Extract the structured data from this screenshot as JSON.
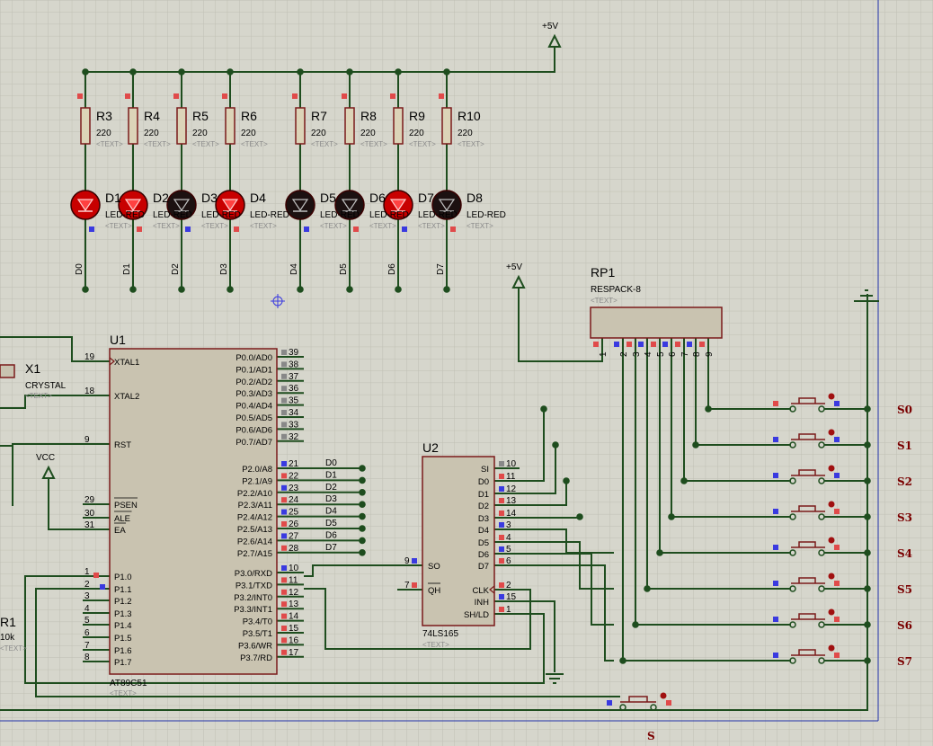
{
  "power": {
    "top": "+5V",
    "mid": "+5V",
    "vcc": "VCC"
  },
  "resistors": [
    {
      "ref": "R3",
      "value": "220"
    },
    {
      "ref": "R4",
      "value": "220"
    },
    {
      "ref": "R5",
      "value": "220"
    },
    {
      "ref": "R6",
      "value": "220"
    },
    {
      "ref": "R7",
      "value": "220"
    },
    {
      "ref": "R8",
      "value": "220"
    },
    {
      "ref": "R9",
      "value": "220"
    },
    {
      "ref": "R10",
      "value": "220"
    }
  ],
  "leds": [
    {
      "ref": "D1",
      "part": "LED-RED",
      "net": "D0",
      "lit": true
    },
    {
      "ref": "D2",
      "part": "LED-RED",
      "net": "D1",
      "lit": true
    },
    {
      "ref": "D3",
      "part": "LED-RED",
      "net": "D2",
      "lit": false
    },
    {
      "ref": "D4",
      "part": "LED-RED",
      "net": "D3",
      "lit": true
    },
    {
      "ref": "D5",
      "part": "LED-RED",
      "net": "D4",
      "lit": false
    },
    {
      "ref": "D6",
      "part": "LED-RED",
      "net": "D5",
      "lit": false
    },
    {
      "ref": "D7",
      "part": "LED-RED",
      "net": "D6",
      "lit": true
    },
    {
      "ref": "D8",
      "part": "LED-RED",
      "net": "D7",
      "lit": false
    }
  ],
  "text_placeholder": "<TEXT>",
  "crystal": {
    "ref": "X1",
    "part": "CRYSTAL"
  },
  "r1": {
    "ref": "R1",
    "value": "10k"
  },
  "u1": {
    "ref": "U1",
    "part": "AT89C51",
    "left_pins": [
      {
        "num": "19",
        "name": "XTAL1"
      },
      {
        "num": "18",
        "name": "XTAL2"
      },
      {
        "num": "9",
        "name": "RST"
      },
      {
        "num": "29",
        "name": "PSEN"
      },
      {
        "num": "30",
        "name": "ALE"
      },
      {
        "num": "31",
        "name": "EA"
      },
      {
        "num": "1",
        "name": "P1.0"
      },
      {
        "num": "2",
        "name": "P1.1"
      },
      {
        "num": "3",
        "name": "P1.2"
      },
      {
        "num": "4",
        "name": "P1.3"
      },
      {
        "num": "5",
        "name": "P1.4"
      },
      {
        "num": "6",
        "name": "P1.5"
      },
      {
        "num": "7",
        "name": "P1.6"
      },
      {
        "num": "8",
        "name": "P1.7"
      }
    ],
    "right_pins": [
      {
        "num": "39",
        "name": "P0.0/AD0"
      },
      {
        "num": "38",
        "name": "P0.1/AD1"
      },
      {
        "num": "37",
        "name": "P0.2/AD2"
      },
      {
        "num": "36",
        "name": "P0.3/AD3"
      },
      {
        "num": "35",
        "name": "P0.4/AD4"
      },
      {
        "num": "34",
        "name": "P0.5/AD5"
      },
      {
        "num": "33",
        "name": "P0.6/AD6"
      },
      {
        "num": "32",
        "name": "P0.7/AD7"
      },
      {
        "num": "21",
        "name": "P2.0/A8"
      },
      {
        "num": "22",
        "name": "P2.1/A9"
      },
      {
        "num": "23",
        "name": "P2.2/A10"
      },
      {
        "num": "24",
        "name": "P2.3/A11"
      },
      {
        "num": "25",
        "name": "P2.4/A12"
      },
      {
        "num": "26",
        "name": "P2.5/A13"
      },
      {
        "num": "27",
        "name": "P2.6/A14"
      },
      {
        "num": "28",
        "name": "P2.7/A15"
      },
      {
        "num": "10",
        "name": "P3.0/RXD"
      },
      {
        "num": "11",
        "name": "P3.1/TXD"
      },
      {
        "num": "12",
        "name": "P3.2/INT0"
      },
      {
        "num": "13",
        "name": "P3.3/INT1"
      },
      {
        "num": "14",
        "name": "P3.4/T0"
      },
      {
        "num": "15",
        "name": "P3.5/T1"
      },
      {
        "num": "16",
        "name": "P3.6/WR"
      },
      {
        "num": "17",
        "name": "P3.7/RD"
      }
    ],
    "p2_nets": [
      "D0",
      "D1",
      "D2",
      "D3",
      "D4",
      "D5",
      "D6",
      "D7"
    ]
  },
  "u2": {
    "ref": "U2",
    "part": "74LS165",
    "right_pins": [
      {
        "num": "10",
        "name": "SI"
      },
      {
        "num": "11",
        "name": "D0"
      },
      {
        "num": "12",
        "name": "D1"
      },
      {
        "num": "13",
        "name": "D2"
      },
      {
        "num": "14",
        "name": "D3"
      },
      {
        "num": "3",
        "name": "D4"
      },
      {
        "num": "4",
        "name": "D5"
      },
      {
        "num": "5",
        "name": "D6"
      },
      {
        "num": "6",
        "name": "D7"
      },
      {
        "num": "2",
        "name": "CLK"
      },
      {
        "num": "15",
        "name": "INH"
      },
      {
        "num": "1",
        "name": "SH/LD"
      }
    ],
    "left_pins": [
      {
        "num": "9",
        "name": "SO"
      },
      {
        "num": "7",
        "name": "QH"
      }
    ]
  },
  "rp1": {
    "ref": "RP1",
    "part": "RESPACK-8",
    "pins": [
      "1",
      "2",
      "3",
      "4",
      "5",
      "6",
      "7",
      "8",
      "9"
    ]
  },
  "switches": [
    "S0",
    "S1",
    "S2",
    "S3",
    "S4",
    "S5",
    "S6",
    "S7"
  ],
  "switch_main": "S"
}
